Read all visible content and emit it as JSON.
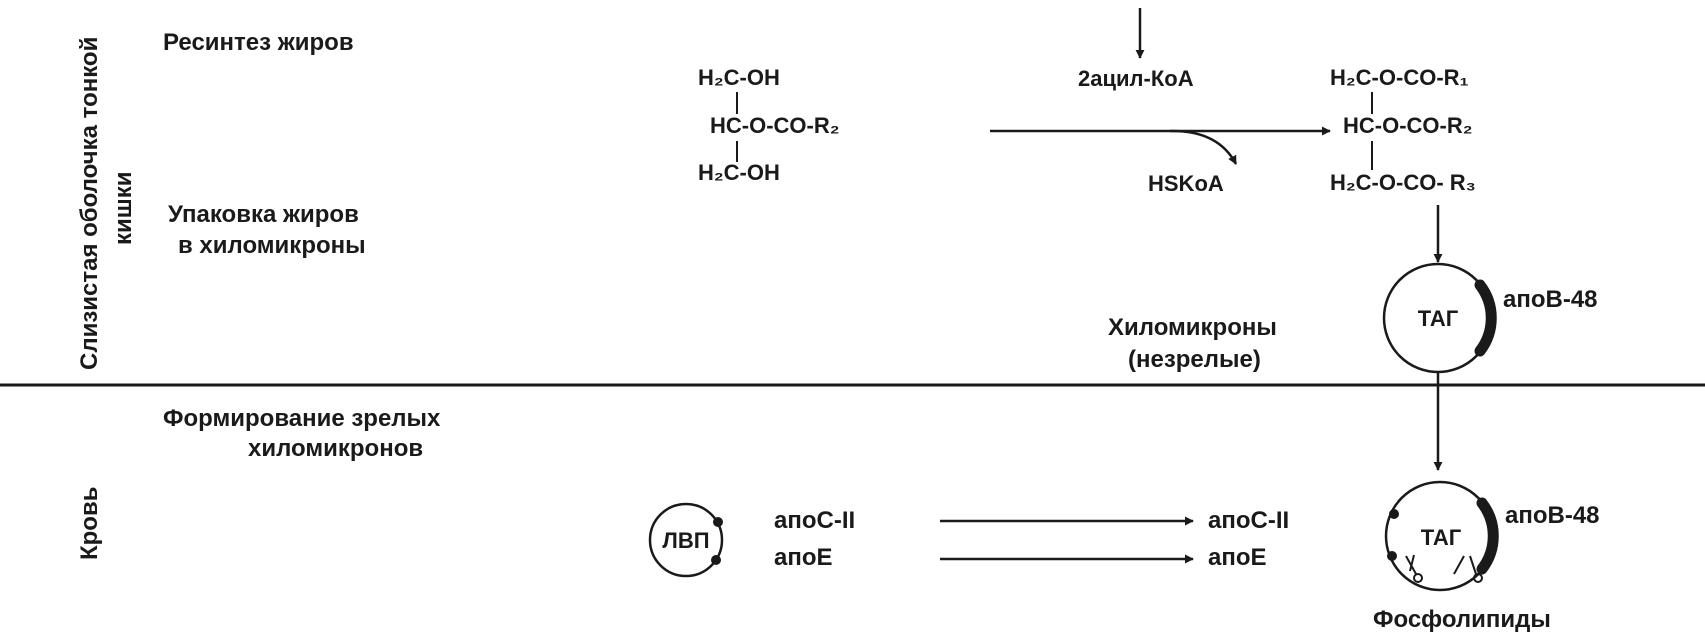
{
  "side_labels": {
    "mucosa_line1": "Слизистая оболочка тонкой",
    "mucosa_line2": "кишки",
    "blood": "Кровь"
  },
  "sections": {
    "resynthesis": "Ресинтез жиров",
    "packaging_line1": "Упаковка жиров",
    "packaging_line2": "в хиломикроны",
    "mature_line1": "Формирование зрелых",
    "mature_line2": "хиломикронов"
  },
  "monoacylglycerol": {
    "row1": "H₂C-OH",
    "row2": "HC-O-CO-R₂",
    "row3": "H₂C-OH"
  },
  "reaction": {
    "cosubstrate": "2ацил-КоА",
    "released": "HSKoA"
  },
  "triacylglycerol": {
    "row1": "H₂C-O-CO-R₁",
    "row2": "HC-O-CO-R₂",
    "row3": "H₂C-O-CO- R₃"
  },
  "immature_chylomicron": {
    "core": "ТАГ",
    "apo": "апоB-48",
    "label_line1": "Хиломикроны",
    "label_line2": "(незрелые)"
  },
  "hdl": {
    "name": "ЛВП",
    "apo_c": "апоC-II",
    "apo_e": "апоE"
  },
  "mature_chylomicron": {
    "core": "ТАГ",
    "apo_b": "апоB-48",
    "apo_c": "апоC-II",
    "apo_e": "апоE",
    "phospholipids": "Фосфолипиды"
  }
}
